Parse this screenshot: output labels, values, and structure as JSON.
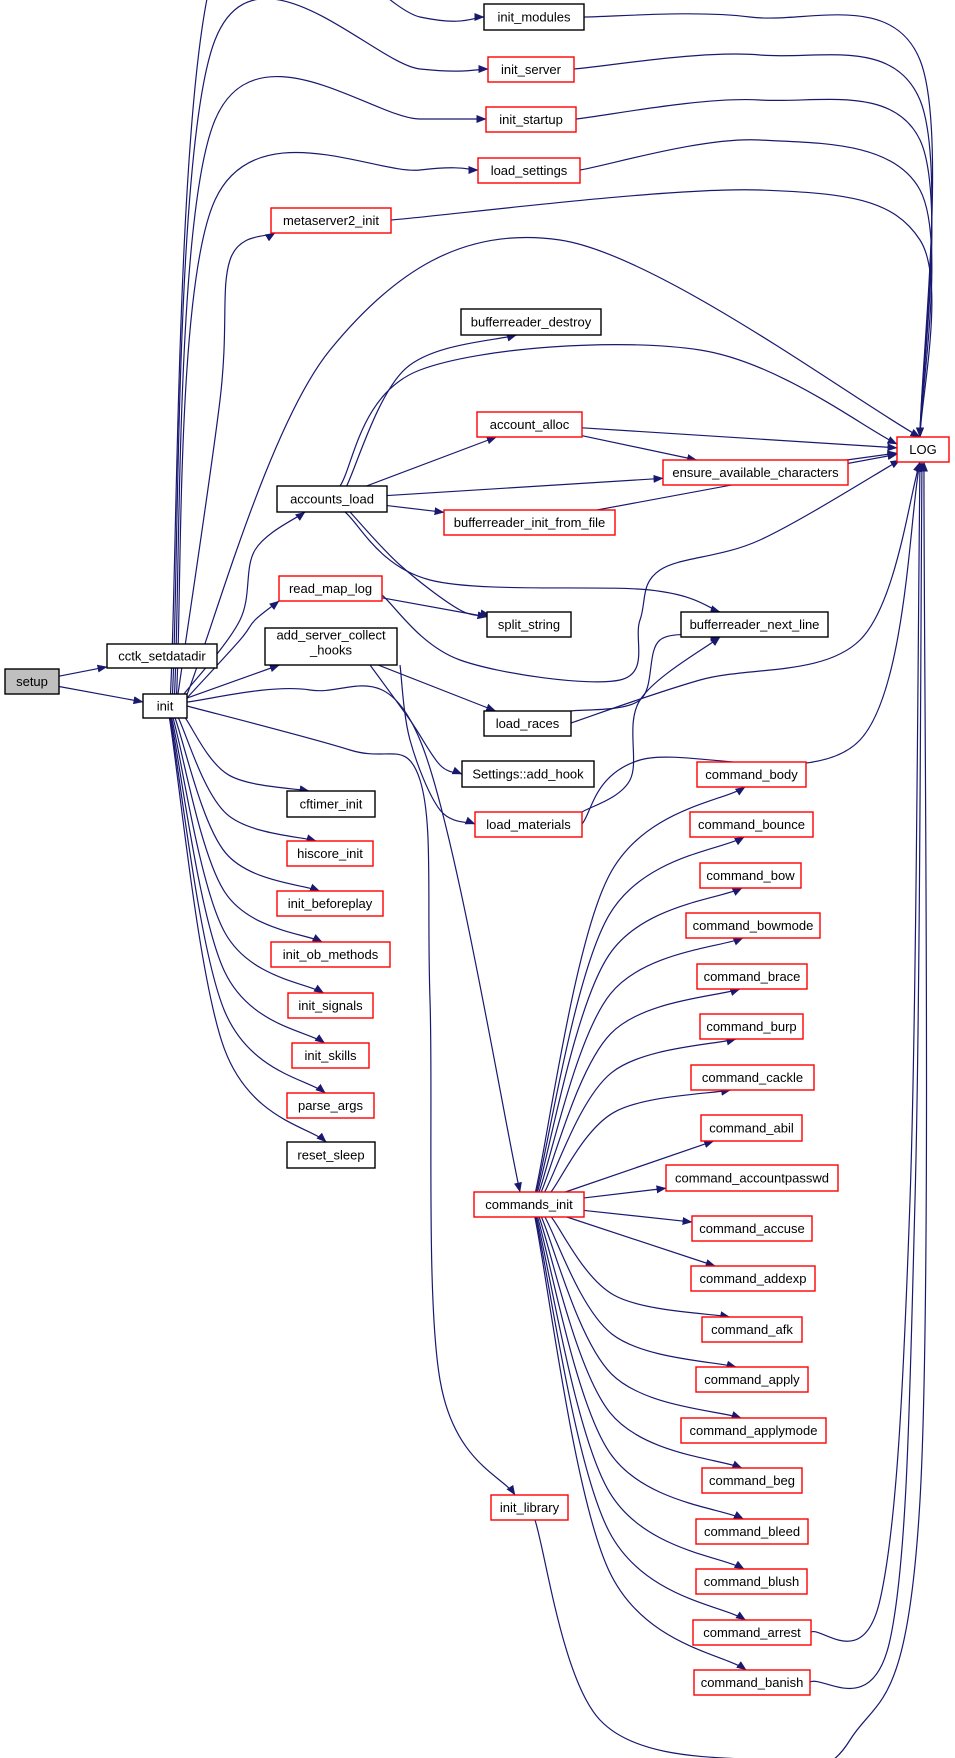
{
  "colors": {
    "edge": "#191970",
    "focus_fill": "#bfbfbf",
    "border_documented": "#000000",
    "border_undocumented": "#ff0000",
    "background": "#ffffff"
  },
  "nodes": [
    {
      "id": "setup",
      "label": "setup",
      "kind": "focus"
    },
    {
      "id": "cctk_setdatadir",
      "label": "cctk_setdatadir",
      "kind": "documented"
    },
    {
      "id": "init",
      "label": "init",
      "kind": "documented"
    },
    {
      "id": "init_modules",
      "label": "init_modules",
      "kind": "documented"
    },
    {
      "id": "init_server",
      "label": "init_server",
      "kind": "undocumented"
    },
    {
      "id": "init_startup",
      "label": "init_startup",
      "kind": "undocumented"
    },
    {
      "id": "load_settings",
      "label": "load_settings",
      "kind": "undocumented"
    },
    {
      "id": "metaserver2_init",
      "label": "metaserver2_init",
      "kind": "undocumented"
    },
    {
      "id": "bufferreader_destroy",
      "label": "bufferreader_destroy",
      "kind": "documented"
    },
    {
      "id": "account_alloc",
      "label": "account_alloc",
      "kind": "undocumented"
    },
    {
      "id": "LOG",
      "label": "LOG",
      "kind": "undocumented"
    },
    {
      "id": "ensure_available_characters",
      "label": "ensure_available_characters",
      "kind": "undocumented"
    },
    {
      "id": "accounts_load",
      "label": "accounts_load",
      "kind": "documented"
    },
    {
      "id": "bufferreader_init_from_file",
      "label": "bufferreader_init_from_file",
      "kind": "undocumented"
    },
    {
      "id": "read_map_log",
      "label": "read_map_log",
      "kind": "undocumented"
    },
    {
      "id": "split_string",
      "label": "split_string",
      "kind": "documented"
    },
    {
      "id": "add_server_collect_hooks",
      "label": "add_server_collect",
      "label2": "_hooks",
      "kind": "documented"
    },
    {
      "id": "bufferreader_next_line",
      "label": "bufferreader_next_line",
      "kind": "documented"
    },
    {
      "id": "load_races",
      "label": "load_races",
      "kind": "documented"
    },
    {
      "id": "settings_add_hook",
      "label": "Settings::add_hook",
      "kind": "documented"
    },
    {
      "id": "cftimer_init",
      "label": "cftimer_init",
      "kind": "documented"
    },
    {
      "id": "load_materials",
      "label": "load_materials",
      "kind": "undocumented"
    },
    {
      "id": "hiscore_init",
      "label": "hiscore_init",
      "kind": "undocumented"
    },
    {
      "id": "init_beforeplay",
      "label": "init_beforeplay",
      "kind": "undocumented"
    },
    {
      "id": "init_ob_methods",
      "label": "init_ob_methods",
      "kind": "undocumented"
    },
    {
      "id": "init_signals",
      "label": "init_signals",
      "kind": "undocumented"
    },
    {
      "id": "init_skills",
      "label": "init_skills",
      "kind": "undocumented"
    },
    {
      "id": "parse_args",
      "label": "parse_args",
      "kind": "undocumented"
    },
    {
      "id": "reset_sleep",
      "label": "reset_sleep",
      "kind": "documented"
    },
    {
      "id": "commands_init",
      "label": "commands_init",
      "kind": "undocumented"
    },
    {
      "id": "init_library",
      "label": "init_library",
      "kind": "undocumented"
    },
    {
      "id": "command_body",
      "label": "command_body",
      "kind": "undocumented"
    },
    {
      "id": "command_bounce",
      "label": "command_bounce",
      "kind": "undocumented"
    },
    {
      "id": "command_bow",
      "label": "command_bow",
      "kind": "undocumented"
    },
    {
      "id": "command_bowmode",
      "label": "command_bowmode",
      "kind": "undocumented"
    },
    {
      "id": "command_brace",
      "label": "command_brace",
      "kind": "undocumented"
    },
    {
      "id": "command_burp",
      "label": "command_burp",
      "kind": "undocumented"
    },
    {
      "id": "command_cackle",
      "label": "command_cackle",
      "kind": "undocumented"
    },
    {
      "id": "command_abil",
      "label": "command_abil",
      "kind": "undocumented"
    },
    {
      "id": "command_accountpasswd",
      "label": "command_accountpasswd",
      "kind": "undocumented"
    },
    {
      "id": "command_accuse",
      "label": "command_accuse",
      "kind": "undocumented"
    },
    {
      "id": "command_addexp",
      "label": "command_addexp",
      "kind": "undocumented"
    },
    {
      "id": "command_afk",
      "label": "command_afk",
      "kind": "undocumented"
    },
    {
      "id": "command_apply",
      "label": "command_apply",
      "kind": "undocumented"
    },
    {
      "id": "command_applymode",
      "label": "command_applymode",
      "kind": "undocumented"
    },
    {
      "id": "command_beg",
      "label": "command_beg",
      "kind": "undocumented"
    },
    {
      "id": "command_bleed",
      "label": "command_bleed",
      "kind": "undocumented"
    },
    {
      "id": "command_blush",
      "label": "command_blush",
      "kind": "undocumented"
    },
    {
      "id": "command_arrest",
      "label": "command_arrest",
      "kind": "undocumented"
    },
    {
      "id": "command_banish",
      "label": "command_banish",
      "kind": "undocumented"
    }
  ],
  "edges": [
    [
      "setup",
      "cctk_setdatadir"
    ],
    [
      "setup",
      "init"
    ],
    [
      "init",
      "init_modules"
    ],
    [
      "init",
      "init_server"
    ],
    [
      "init",
      "init_startup"
    ],
    [
      "init",
      "load_settings"
    ],
    [
      "init",
      "metaserver2_init"
    ],
    [
      "init",
      "LOG"
    ],
    [
      "init",
      "accounts_load"
    ],
    [
      "init",
      "read_map_log"
    ],
    [
      "init",
      "add_server_collect_hooks"
    ],
    [
      "init",
      "cftimer_init"
    ],
    [
      "init",
      "hiscore_init"
    ],
    [
      "init",
      "init_beforeplay"
    ],
    [
      "init",
      "init_ob_methods"
    ],
    [
      "init",
      "init_signals"
    ],
    [
      "init",
      "init_skills"
    ],
    [
      "init",
      "parse_args"
    ],
    [
      "init",
      "reset_sleep"
    ],
    [
      "init",
      "commands_init"
    ],
    [
      "init",
      "init_library"
    ],
    [
      "init_modules",
      "LOG"
    ],
    [
      "init_server",
      "LOG"
    ],
    [
      "init_startup",
      "LOG"
    ],
    [
      "load_settings",
      "LOG"
    ],
    [
      "metaserver2_init",
      "LOG"
    ],
    [
      "accounts_load",
      "bufferreader_destroy"
    ],
    [
      "accounts_load",
      "LOG"
    ],
    [
      "accounts_load",
      "account_alloc"
    ],
    [
      "accounts_load",
      "ensure_available_characters"
    ],
    [
      "accounts_load",
      "bufferreader_init_from_file"
    ],
    [
      "accounts_load",
      "split_string"
    ],
    [
      "accounts_load",
      "bufferreader_next_line"
    ],
    [
      "account_alloc",
      "LOG"
    ],
    [
      "account_alloc",
      "ensure_available_characters"
    ],
    [
      "ensure_available_characters",
      "LOG"
    ],
    [
      "bufferreader_init_from_file",
      "LOG"
    ],
    [
      "read_map_log",
      "split_string"
    ],
    [
      "read_map_log",
      "LOG"
    ],
    [
      "add_server_collect_hooks",
      "load_races"
    ],
    [
      "add_server_collect_hooks",
      "settings_add_hook"
    ],
    [
      "add_server_collect_hooks",
      "load_materials"
    ],
    [
      "load_races",
      "bufferreader_next_line"
    ],
    [
      "load_races",
      "LOG"
    ],
    [
      "load_materials",
      "bufferreader_next_line"
    ],
    [
      "load_materials",
      "LOG"
    ],
    [
      "commands_init",
      "command_body"
    ],
    [
      "commands_init",
      "command_bounce"
    ],
    [
      "commands_init",
      "command_bow"
    ],
    [
      "commands_init",
      "command_bowmode"
    ],
    [
      "commands_init",
      "command_brace"
    ],
    [
      "commands_init",
      "command_burp"
    ],
    [
      "commands_init",
      "command_cackle"
    ],
    [
      "commands_init",
      "command_abil"
    ],
    [
      "commands_init",
      "command_accountpasswd"
    ],
    [
      "commands_init",
      "command_accuse"
    ],
    [
      "commands_init",
      "command_addexp"
    ],
    [
      "commands_init",
      "command_afk"
    ],
    [
      "commands_init",
      "command_apply"
    ],
    [
      "commands_init",
      "command_applymode"
    ],
    [
      "commands_init",
      "command_beg"
    ],
    [
      "commands_init",
      "command_bleed"
    ],
    [
      "commands_init",
      "command_blush"
    ],
    [
      "commands_init",
      "command_arrest"
    ],
    [
      "commands_init",
      "command_banish"
    ],
    [
      "command_arrest",
      "LOG"
    ],
    [
      "command_banish",
      "LOG"
    ],
    [
      "init_library",
      "LOG"
    ]
  ]
}
